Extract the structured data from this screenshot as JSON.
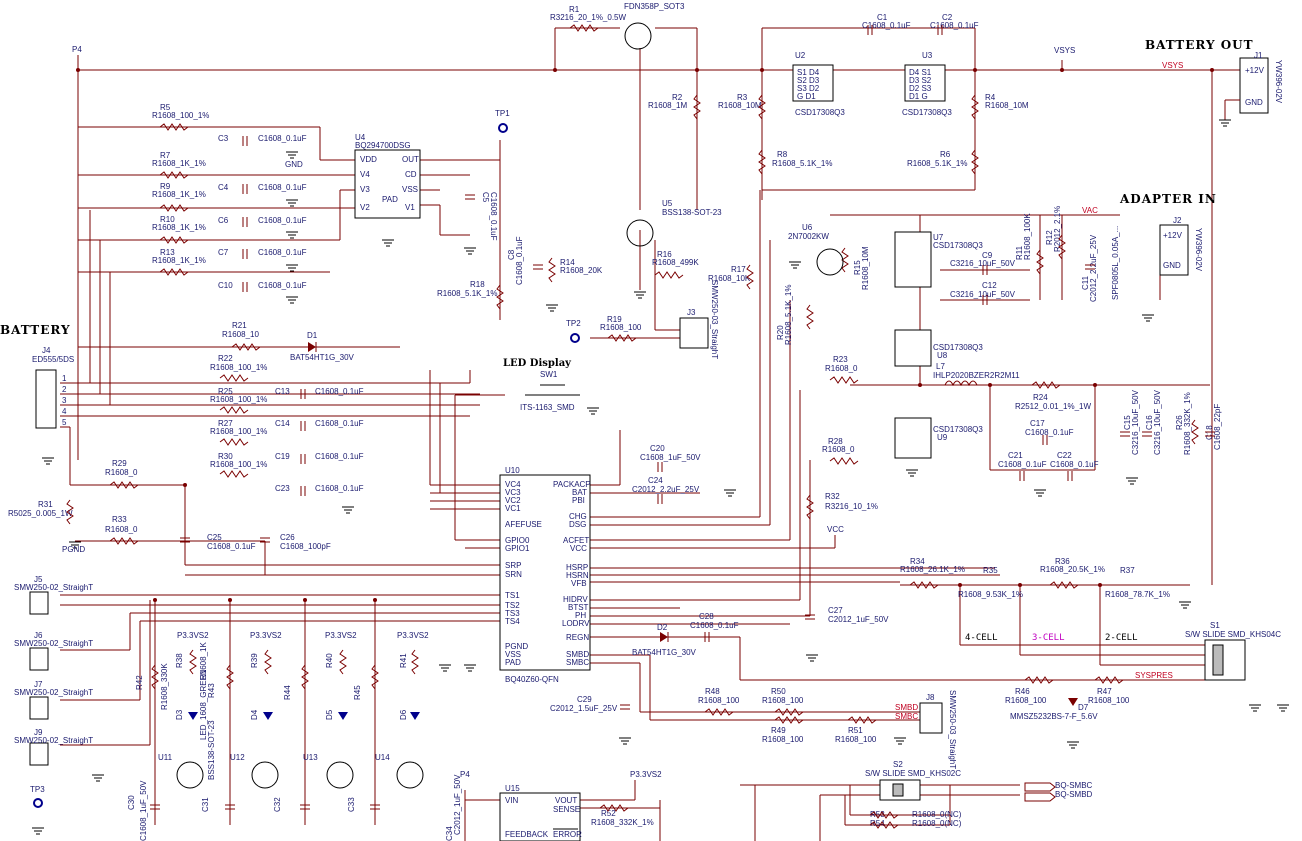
{
  "headings": {
    "battery_out": "BATTERY OUT",
    "adapter_in": "ADAPTER IN",
    "battery": "BATTERY",
    "led_display": "LED Display",
    "cell4": "4-CELL",
    "cell3": "3-CELL",
    "cell2": "2-CELL"
  },
  "nets": {
    "p4": "P4",
    "p4b": "P4",
    "vsys": "VSYS",
    "vsys_net": "VSYS",
    "vac": "VAC",
    "vcc": "VCC",
    "p33_1": "P3.3VS2",
    "p33_2": "P3.3VS2",
    "p33_3": "P3.3VS2",
    "p33_4": "P3.3VS2",
    "p33_5": "P3.3VS2",
    "syspres": "SYSPRES",
    "smbd": "SMBD",
    "smbc": "SMBC",
    "bq_smbc": "BQ-SMBC",
    "bq_smbd": "BQ-SMBD"
  },
  "gnd_labels": {
    "gnd": "GND",
    "pgnd": "PGND"
  },
  "connectors": {
    "j1": {
      "ref": "J1",
      "type": "YW396-02V",
      "pin1": "+12V",
      "pin2": "GND"
    },
    "j2": {
      "ref": "J2",
      "type": "YW396-02V",
      "pin1": "+12V",
      "pin2": "GND"
    },
    "j3": {
      "ref": "J3",
      "type": "SMW250-03_StraighT"
    },
    "j4": {
      "ref": "J4",
      "type": "ED555/5DS"
    },
    "j5": {
      "ref": "J5",
      "type": "SMW250-02_StraighT"
    },
    "j6": {
      "ref": "J6",
      "type": "SMW250-02_StraighT"
    },
    "j7": {
      "ref": "J7",
      "type": "SMW250-02_StraighT"
    },
    "j8": {
      "ref": "J8",
      "type": "SMW250-03_StraighT"
    },
    "j9": {
      "ref": "J9",
      "type": "SMW250-02_StraighT"
    },
    "tp1": "TP1",
    "tp2": "TP2",
    "tp3": "TP3"
  },
  "ics": {
    "u4": {
      "ref": "U4",
      "part": "BQ294700DSG",
      "pins_left": [
        "VDD",
        "V4",
        "V3",
        "V2"
      ],
      "pins_right": [
        "OUT",
        "CD",
        "VSS",
        "V1"
      ],
      "pad": "PAD"
    },
    "u10": {
      "ref": "U10",
      "part": "BQ40Z60-QFN",
      "left": [
        "VC4",
        "VC3",
        "VC2",
        "VC1",
        "AFEFUSE",
        "GPIO0",
        "GPIO1",
        "SRP",
        "SRN",
        "TS1",
        "TS2",
        "TS3",
        "TS4",
        "PGND",
        "VSS",
        "PAD"
      ],
      "right": [
        "PACKACP",
        "BAT",
        "PBI",
        "CHG",
        "DSG",
        "ACFET",
        "VCC",
        "HSRP",
        "HSRN",
        "VFB",
        "HIDRV",
        "BTST",
        "PH",
        "LODRV",
        "REGN",
        "SMBD",
        "SMBC"
      ]
    },
    "u15": {
      "ref": "U15",
      "vin": "VIN",
      "vout": "VOUT",
      "sense": "SENSE",
      "feedback": "FEEDBACK",
      "error": "ERROR"
    },
    "u2": {
      "ref": "U2",
      "part": "CSD17308Q3"
    },
    "u3": {
      "ref": "U3",
      "part": "CSD17308Q3"
    },
    "u7": {
      "ref": "U7",
      "part": "CSD17308Q3"
    },
    "u8": {
      "ref": "U8",
      "part": "CSD17308Q3"
    },
    "u9": {
      "ref": "U9",
      "part": "CSD17308Q3"
    }
  },
  "parts": {
    "r1": "R1",
    "r1v": "R3216_20_1%_0.5W",
    "q1": "FDN358P_SOT3",
    "c1": "C1",
    "c1v": "C1608_0.1uF",
    "c2": "C2",
    "c2v": "C1608_0.1uF",
    "r2": "R2",
    "r2v": "R1608_1M",
    "r3": "R3",
    "r3v": "R1608_10M",
    "r4": "R4",
    "r4v": "R1608_10M",
    "r5": "R5",
    "r5v": "R1608_100_1%",
    "c3": "C3",
    "c3v": "C1608_0.1uF",
    "r7": "R7",
    "r7v": "R1608_1K_1%",
    "r9": "R9",
    "r9v": "R1608_1K_1%",
    "c4": "C4",
    "c4v": "C1608_0.1uF",
    "r10": "R10",
    "r10v": "R1608_1K_1%",
    "c6": "C6",
    "c6v": "C1608_0.1uF",
    "r13": "R13",
    "r13v": "R1608_1K_1%",
    "c7": "C7",
    "c7v": "C1608_0.1uF",
    "c10": "C10",
    "c10v": "C1608_0.1uF",
    "c5": "C5",
    "c5v": "C1608_0.1uF",
    "r8": "R8",
    "r8v": "R1608_5.1K_1%",
    "r6": "R6",
    "r6v": "R1608_5.1K_1%",
    "u5": "U5",
    "u5v": "BSS138-SOT-23",
    "r16": "R16",
    "r16v": "R1608_499K",
    "c8": "C8",
    "c8v": "C1608_0.1uF",
    "r14": "R14",
    "r14v": "R1608_20K",
    "r18": "R18",
    "r18v": "R1608_5.1K_1%",
    "r17": "R17",
    "r17v": "R1608_10K",
    "r19": "R19",
    "r19v": "R1608_100",
    "u6": "U6",
    "u6v": "2N7002KW",
    "r15": "R15",
    "r15v": "R1608_10M",
    "c9": "C9",
    "c9v": "C3216_10uF_50V",
    "c12": "C12",
    "c12v": "C3216_10uF_50V",
    "r11": "R11",
    "r11v": "R1608_100K",
    "r12": "R12",
    "r12v": "R2012_2.1%",
    "c11": "C11",
    "c11v": "C2012_2.2uF_25V",
    "l1": "SPF0805L_0.05A_...",
    "r20": "R20",
    "r20v": "R1608_5.1K_1%",
    "r23": "R23",
    "r23v": "R1608_0",
    "l7": "L7",
    "l7v": "IHLP2020BZER2R2M11",
    "r24": "R24",
    "r24v": "R2512_0.01_1%_1W",
    "c15": "C15",
    "c15v": "C3216_10uF_50V",
    "c16": "C16",
    "c16v": "C3216_10uF_50V",
    "r26": "R26",
    "r26v": "R1608_332K_1%",
    "c18": "C18",
    "c18v": "C1608_22pF",
    "c17": "C17",
    "c17v": "C1608_0.1uF",
    "c21": "C21",
    "c21v": "C1608_0.1uF",
    "c22": "C22",
    "c22v": "C1608_0.1uF",
    "r28": "R28",
    "r28v": "R1608_0",
    "r32": "R32",
    "r32v": "R3216_10_1%",
    "r21": "R21",
    "r21v": "R1608_10",
    "d1": "D1",
    "d1v": "BAT54HT1G_30V",
    "r22": "R22",
    "r22v": "R1608_100_1%",
    "r25": "R25",
    "r25v": "R1608_100_1%",
    "r27": "R27",
    "r27v": "R1608_100_1%",
    "r30": "R30",
    "r30v": "R1608_100_1%",
    "c13": "C13",
    "c13v": "C1608_0.1uF",
    "c14": "C14",
    "c14v": "C1608_0.1uF",
    "c19": "C19",
    "c19v": "C1608_0.1uF",
    "c23": "C23",
    "c23v": "C1608_0.1uF",
    "sw1": "SW1",
    "sw1v": "ITS-1163_SMD",
    "c20": "C20",
    "c20v": "C1608_1uF_50V",
    "c24": "C24",
    "c24v": "C2012_2.2uF_25V",
    "r29": "R29",
    "r29v": "R1608_0",
    "r31": "R31",
    "r31v": "R5025_0.005_1W",
    "r33": "R33",
    "r33v": "R1608_0",
    "c25": "C25",
    "c25v": "C1608_0.1uF",
    "c26": "C26",
    "c26v": "C1608_100pF",
    "r34": "R34",
    "r34v": "R1608_26.1K_1%",
    "r35": "R35",
    "r35v": "R1608_9.53K_1%",
    "r36": "R36",
    "r36v": "R1608_20.5K_1%",
    "r37": "R37",
    "r37v": "R1608_78.7K_1%",
    "c27": "C27",
    "c27v": "C2012_1uF_50V",
    "s1": "S1",
    "s1v": "S/W SLIDE SMD_KHS04C",
    "d2": "D2",
    "d2v": "BAT54HT1G_30V",
    "c28": "C28",
    "c28v": "C1608_0.1uF",
    "c29": "C29",
    "c29v": "C2012_1.5uF_25V",
    "r48": "R48",
    "r48v": "R1608_100",
    "r50": "R50",
    "r50v": "R1608_100",
    "r49": "R49",
    "r49v": "R1608_100",
    "r51": "R51",
    "r51v": "R1608_100",
    "r46": "R46",
    "r46v": "R1608_100",
    "r47": "R47",
    "r47v": "R1608_100",
    "d7": "D7",
    "d7v": "MMSZ5232BS-7-F_5.6V",
    "s2": "S2",
    "s2v": "S/W SLIDE SMD_KHS02C",
    "r53": "R53",
    "r54": "R54",
    "r53v": "R1608_0(NC)",
    "r54v": "R1608_0(NC)",
    "r52": "R52",
    "r52v": "R1608_332K_1%",
    "r38": "R38",
    "r39": "R39",
    "r40": "R40",
    "r41": "R41",
    "r1k": "R1608_1K",
    "r42": "R42",
    "r43": "R43",
    "r44": "R44",
    "r45": "R45",
    "r330k": "R1608_330K",
    "d3": "D3",
    "d4": "D4",
    "d5": "D5",
    "d6": "D6",
    "led": "LED_1608_GREEN",
    "u11": "U11",
    "u12": "U12",
    "u13": "U13",
    "u14": "U14",
    "bss": "BSS138-SOT-23",
    "c30": "C30",
    "c31": "C31",
    "c32": "C32",
    "c33": "C33",
    "c1uf": "C1608_1uF_50V",
    "c34": "C34",
    "c34v": "C2012_1uF_50V"
  }
}
